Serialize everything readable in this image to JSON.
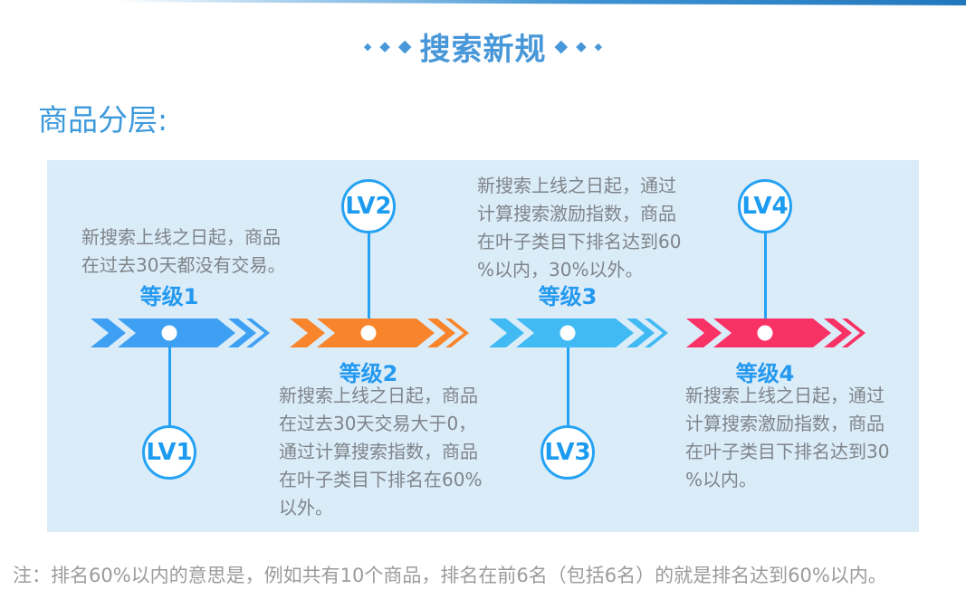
{
  "header": {
    "diamond": "◆",
    "title": "搜索新规",
    "title_color": "#4897D8",
    "strip_color_right": "#2278BD"
  },
  "section_heading": "商品分层:",
  "panel_bg": "#DBECF9",
  "accent": {
    "connector_color": "#25A2F4",
    "badge_text_color": "#1C9BF0",
    "label_color": "#2499F0"
  },
  "levels": [
    {
      "badge": "LV1",
      "label": "等级1",
      "arrow_color": "#3EA0F2",
      "desc_lines": [
        "新搜索上线之日起，商品",
        "在过去30天都没有交易。"
      ]
    },
    {
      "badge": "LV2",
      "label": "等级2",
      "arrow_color": "#F8852B",
      "desc_lines": [
        "新搜索上线之日起，商品",
        "在过去30天交易大于0，",
        "通过计算搜索指数，商品",
        "在叶子类目下排名在60%",
        "以外。"
      ]
    },
    {
      "badge": "LV3",
      "label": "等级3",
      "arrow_color": "#41BAF3",
      "desc_lines": [
        "新搜索上线之日起，通过",
        "计算搜索激励指数，商品",
        "在叶子类目下排名达到60",
        "%以内，30%以外。"
      ]
    },
    {
      "badge": "LV4",
      "label": "等级4",
      "arrow_color": "#F93266",
      "desc_lines": [
        "新搜索上线之日起，通过",
        "计算搜索激励指数，商品",
        "在叶子类目下排名达到30",
        "%以内。"
      ]
    }
  ],
  "note": "注：排名60%以内的意思是，例如共有10个商品，排名在前6名（包括6名）的就是排名达到60%以内。"
}
